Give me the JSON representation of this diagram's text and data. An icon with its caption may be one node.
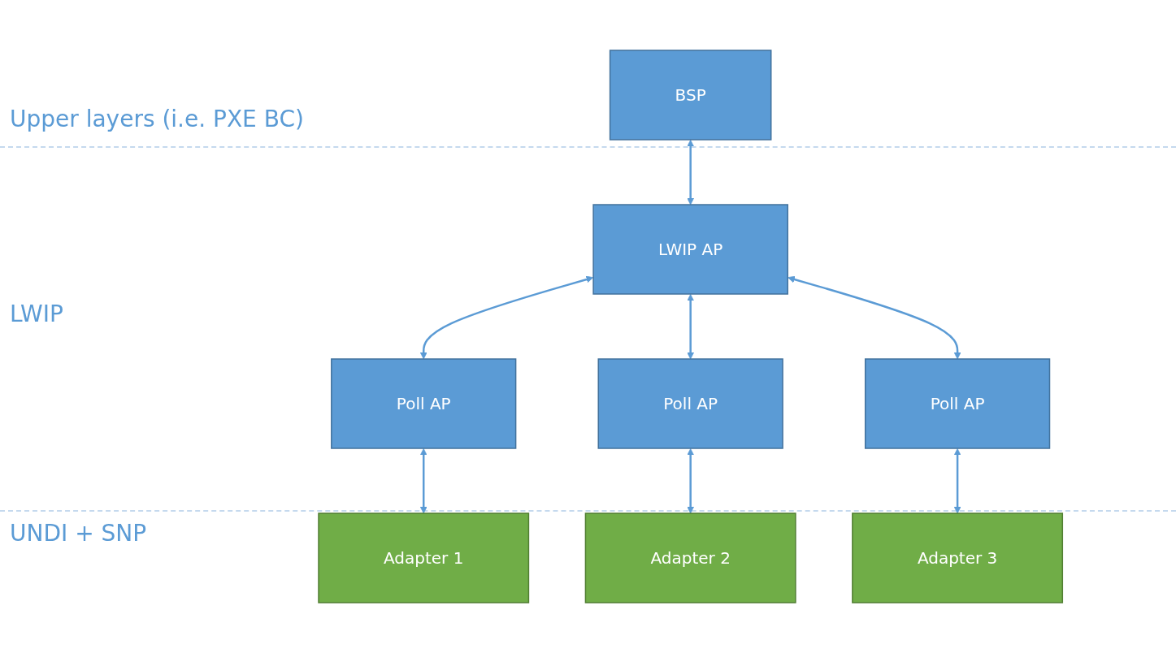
{
  "diagram": {
    "nodes": [
      {
        "text": [
          "BSP"
        ]
      },
      {
        "text": [
          "LWIP AP"
        ]
      },
      {
        "text": [
          "Poll AP"
        ]
      },
      {
        "text": [
          "Poll AP"
        ]
      },
      {
        "text": [
          "Poll AP"
        ]
      },
      {
        "text": [
          "Adapter 1"
        ]
      },
      {
        "text": [
          "Adapter 2"
        ]
      },
      {
        "text": [
          "Adapter 3"
        ]
      }
    ],
    "edges": [
      {
        "from": 0,
        "to": 1,
        "arrow": "both"
      },
      {
        "from": 1,
        "to": 2,
        "arrow": "both"
      },
      {
        "from": 1,
        "to": 3,
        "arrow": "both"
      },
      {
        "from": 1,
        "to": 4,
        "arrow": "both"
      },
      {
        "from": 2,
        "to": 5,
        "arrow": "both"
      },
      {
        "from": 3,
        "to": 6,
        "arrow": "both"
      },
      {
        "from": 4,
        "to": 7,
        "arrow": "both"
      }
    ],
    "labels": [
      "Upper layers (i.e. PXE BC)",
      "LWIP",
      "UNDI + SNP"
    ]
  }
}
